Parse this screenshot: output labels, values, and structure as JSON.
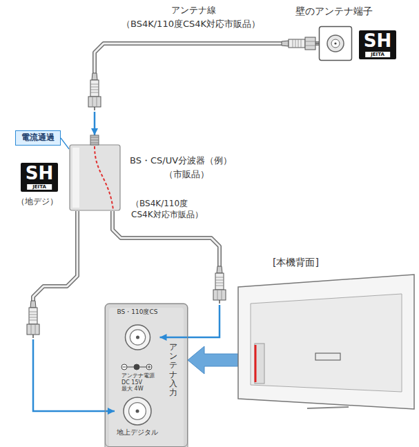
{
  "diagram": {
    "nodes": [
      {
        "text": [
          "壁のアンテナ端子"
        ]
      },
      {
        "text": [
          "SH",
          "JEITA"
        ]
      },
      {
        "text": [
          "電流通過"
        ]
      },
      {
        "text": [
          "BS・CS/UV分波器（例）",
          "（市販品）"
        ]
      },
      {
        "text": [
          "SH",
          "JEITA"
        ]
      },
      {
        "text": [
          "アンテナ入力"
        ]
      },
      {
        "text": [
          "BS・110度CS"
        ],
        "in": 5
      },
      {
        "text": [
          "地上デジタル"
        ],
        "in": 5
      },
      {
        "text": [
          "[本機背面]"
        ]
      }
    ],
    "edges": [
      {
        "from": 0,
        "to": 3,
        "arrow": "to",
        "label": "アンテナ線"
      },
      {
        "from": 3,
        "to": 6,
        "arrow": "to",
        "label": "（BS4K/110度 CS4K対応市販品）"
      },
      {
        "from": 3,
        "to": 7,
        "arrow": "to",
        "label": "（地デジ）"
      },
      {
        "from": 2,
        "to": 3,
        "arrow": "none"
      },
      {
        "from": 8,
        "to": 5,
        "arrow": "to"
      }
    ],
    "labels": [
      "（BS4K/110度CS4K対応市販品）",
      "アンテナ電源 DC 15V 最大 4W"
    ]
  }
}
